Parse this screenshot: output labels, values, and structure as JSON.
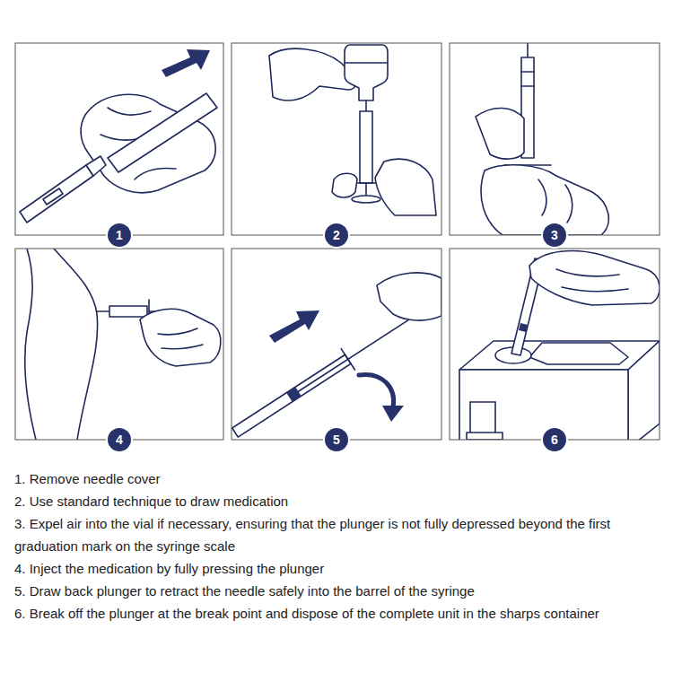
{
  "diagram": {
    "nodes": [
      {
        "text": [
          "1"
        ]
      },
      {
        "text": [
          "2"
        ]
      },
      {
        "text": [
          "3"
        ]
      },
      {
        "text": [
          "4"
        ]
      },
      {
        "text": [
          "5"
        ]
      },
      {
        "text": [
          "6"
        ]
      }
    ],
    "labels": [
      "1. Remove needle cover",
      "2. Use standard technique to draw medication",
      "3. Expel air into the vial if necessary, ensuring that the plunger is not fully depressed beyond the first graduation mark on the syringe scale",
      "4. Inject the medication by fully pressing the plunger",
      "5. Draw back plunger to retract the needle safely into the barrel of the syringe",
      "6. Break off the plunger at the break point and dispose of the complete unit in the sharps container"
    ]
  }
}
